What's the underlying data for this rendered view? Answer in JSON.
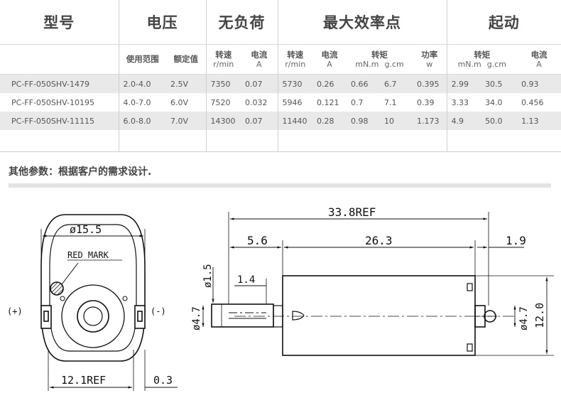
{
  "headers": {
    "model": "型号",
    "voltage": "电压",
    "no_load": "无负荷",
    "max_eff": "最大效率点",
    "start": "起动"
  },
  "subheaders": {
    "range": "使用范围",
    "rated": "额定值",
    "speed": "转速",
    "speed_unit": "r/min",
    "current": "电流",
    "current_unit": "A",
    "torque": "转矩",
    "torque_unit1": "mN.m",
    "torque_unit2": "g.cm",
    "power": "功率",
    "power_unit": "w"
  },
  "rows": [
    {
      "model": "PC-FF-050SHV-1479",
      "range": "2.0-4.0",
      "rated": "2.5V",
      "nl_speed": "7350",
      "nl_current": "0.07",
      "me_speed": "5730",
      "me_current": "0.26",
      "me_torque_mnm": "0.66",
      "me_torque_gcm": "6.7",
      "me_power": "0.395",
      "st_torque_mnm": "2.99",
      "st_torque_gcm": "30.5",
      "st_current": "0.93"
    },
    {
      "model": "PC-FF-050SHV-10195",
      "range": "4.0-7.0",
      "rated": "6.0V",
      "nl_speed": "7520",
      "nl_current": "0.032",
      "me_speed": "5946",
      "me_current": "0.121",
      "me_torque_mnm": "0.7",
      "me_torque_gcm": "7.1",
      "me_power": "0.39",
      "st_torque_mnm": "3.33",
      "st_torque_gcm": "34.0",
      "st_current": "0.456"
    },
    {
      "model": "PC-FF-050SHV-11115",
      "range": "6.0-8.0",
      "rated": "7.0V",
      "nl_speed": "14300",
      "nl_current": "0.07",
      "me_speed": "11440",
      "me_current": "0.28",
      "me_torque_mnm": "0.98",
      "me_torque_gcm": "10",
      "me_power": "1.173",
      "st_torque_mnm": "4.9",
      "st_torque_gcm": "50.0",
      "st_current": "1.13"
    }
  ],
  "note": "其他参数：根据客户的需求设计.",
  "drawing": {
    "diameter_body": "ø15.5",
    "red_mark": "RED MARK",
    "plus": "(+)",
    "minus": "(-)",
    "width_ref": "12.1REF",
    "offset": "0.3",
    "total_len": "33.8REF",
    "shaft_len": "5.6",
    "body_len": "26.3",
    "rear_len": "1.9",
    "shaft_dia": "ø1.5",
    "flat_len": "1.4",
    "boss_dia_front": "ø4.7",
    "boss_dia_rear": "ø4.7",
    "body_height": "12.0"
  }
}
